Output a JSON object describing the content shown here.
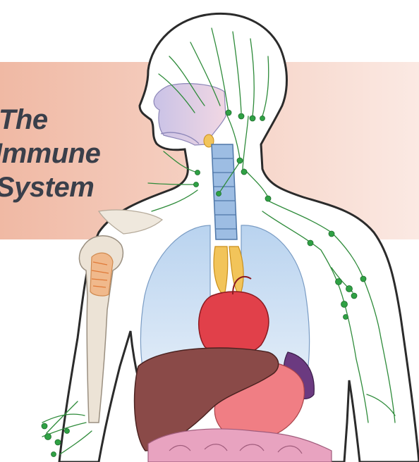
{
  "title": {
    "line1": "The",
    "line2": "Immune",
    "line3": "System"
  },
  "colors": {
    "banner_left": "#f0b9a4",
    "banner_right": "#fbe9e3",
    "title_text": "#3a3f4a",
    "body_fill": "#ffffff",
    "outline": "#2b2b2b",
    "lymph_vessel": "#2e8b3a",
    "lymph_node": "#2fa144",
    "trachea": "#7fa8d6",
    "lungs": "#c7dcf2",
    "heart": "#d9363e",
    "liver": "#8a4a48",
    "stomach": "#f07e84",
    "spleen": "#6b3a80",
    "intestine": "#e8a3c0",
    "thymus": "#f2c45a",
    "bone": "#e8dccb",
    "marrow": "#e77a3a"
  },
  "icons": [
    "human-figure",
    "lymph-network",
    "bone-marrow"
  ]
}
